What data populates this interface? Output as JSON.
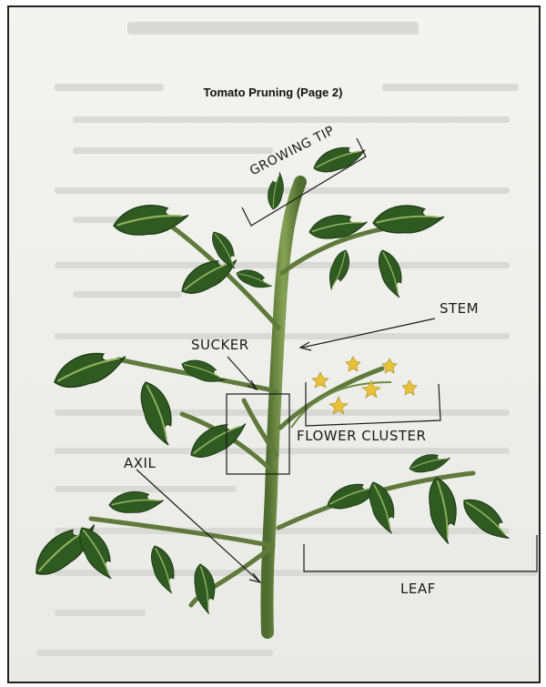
{
  "title": "Tomato Pruning (Page 2)",
  "labels": {
    "growing_tip": "GROWING TIP",
    "stem": "STEM",
    "sucker": "SUCKER",
    "flower_cluster": "FLOWER CLUSTER",
    "axil": "AXIL",
    "leaf": "LEAF"
  },
  "colors": {
    "leaf_dark": "#2f5a22",
    "leaf_light": "#6f8f3a",
    "stem": "#5f7a3a",
    "flower": "#e8c23a",
    "ink": "#1b1b1b"
  }
}
